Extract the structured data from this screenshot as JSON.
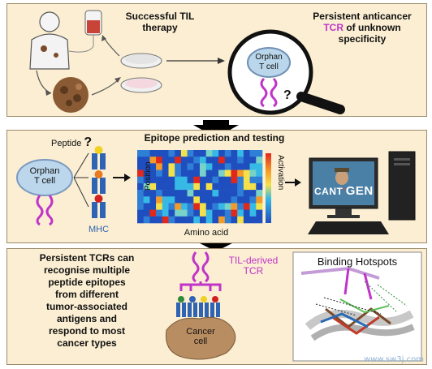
{
  "panel1": {
    "title_line1": "Successful TIL",
    "title_line2": "therapy",
    "persistent_line1": "Persistent anticancer",
    "persistent_tcr": "TCR",
    "persistent_line2_rest": " of unknown",
    "persistent_line3": "specificity",
    "orphan_line1": "Orphan",
    "orphan_line2": "T cell",
    "question": "?"
  },
  "panel2": {
    "title": "Epitope prediction and testing",
    "peptide_label": "Peptide",
    "question": "?",
    "orphan_line1": "Orphan",
    "orphan_line2": "T cell",
    "mhc_label": "MHC",
    "xlabel": "Amino acid",
    "ylabel": "Position",
    "colorbar_label": "Activation",
    "screen_text_a": "CANT",
    "screen_text_b": "GEN"
  },
  "panel3": {
    "text_lines": [
      "Persistent TCRs can",
      "recognise multiple",
      "peptide epitopes",
      "from different",
      "tumor-associated",
      "antigens and",
      "respond to most",
      "cancer types"
    ],
    "til_line1": "TIL-derived",
    "til_line2": "TCR",
    "cancer_line1": "Cancer",
    "cancer_line2": "cell",
    "binding_title": "Binding Hotspots"
  },
  "watermark": "www.sw3j.com",
  "colors": {
    "panel_bg": "#fbeed2",
    "tcr_magenta": "#c034c9",
    "mhc_blue": "#2f63b3",
    "heat_low": "#1f4fbf",
    "heat_high": "#e0281c"
  }
}
